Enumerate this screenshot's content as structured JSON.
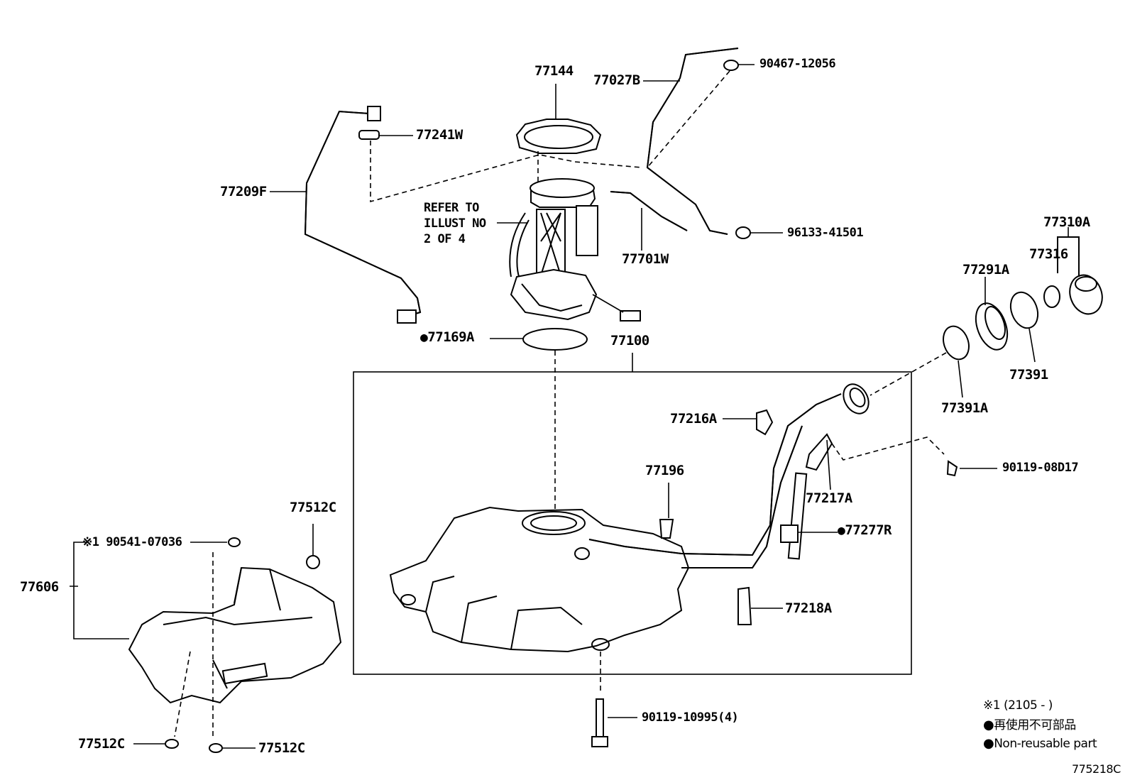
{
  "labels": {
    "p77144": "77144",
    "p77027B": "77027B",
    "p90467": "90467-12056",
    "p77241W": "77241W",
    "p77209F": "77209F",
    "refer": [
      "REFER TO",
      "ILLUST NO",
      "2 OF 4"
    ],
    "p96133": "96133-41501",
    "p77701W": "77701W",
    "p77310A": "77310A",
    "p77316": "77316",
    "p77291A": "77291A",
    "p77169A": "77169A",
    "p77100": "77100",
    "p77391": "77391",
    "p77391A": "77391A",
    "p77216A": "77216A",
    "p90119_08D17": "90119-08D17",
    "p77196": "77196",
    "p77217A": "77217A",
    "p77512C_top": "77512C",
    "p77277R": "77277R",
    "p90541": "※1 90541-07036",
    "p77606": "77606",
    "p77218A": "77218A",
    "p90119_10995": "90119-10995(4)",
    "p77512C_bl": "77512C",
    "p77512C_br": "77512C"
  },
  "legend": {
    "note1": "※1 (2105 -        )",
    "jp": "再使用不可部品",
    "en": "Non-reusable part"
  },
  "figure_id": "775218C"
}
